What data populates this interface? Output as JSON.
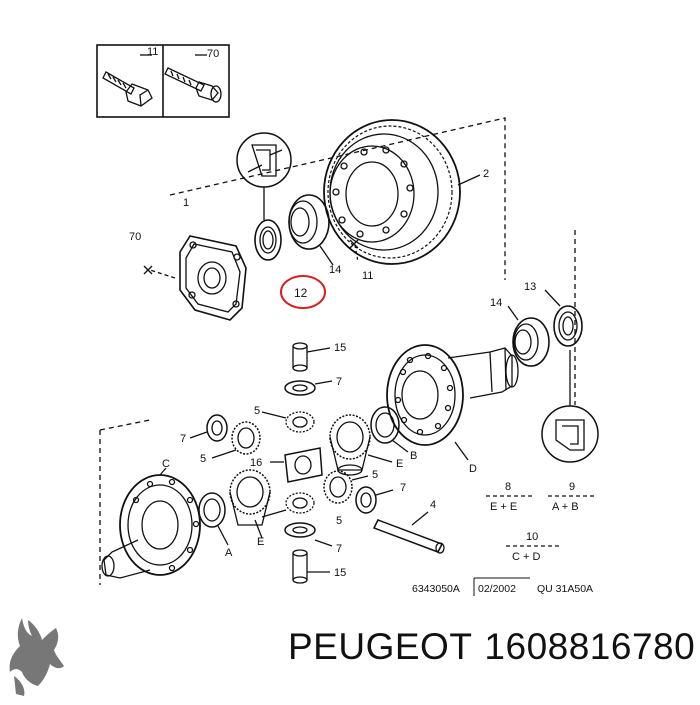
{
  "diagram": {
    "callouts": {
      "c1": "1",
      "c2": "2",
      "c70a": "70",
      "c11a": "11",
      "c70box": "70",
      "c11box": "11",
      "c12": "12",
      "c14a": "14",
      "c14b": "14",
      "c13": "13",
      "c15a": "15",
      "c15b": "15",
      "c7a": "7",
      "c7b": "7",
      "c7c": "7",
      "c7d": "7",
      "c5a": "5",
      "c5b": "5",
      "c5c": "5",
      "c5d": "5",
      "c16": "16",
      "cE1": "E",
      "cB": "B",
      "cD": "D",
      "cC": "C",
      "cA": "A",
      "cE2": "E",
      "c4": "4"
    },
    "sets": {
      "s8": {
        "num": "8",
        "formula": "E + E"
      },
      "s9": {
        "num": "9",
        "formula": "A + B"
      },
      "s10": {
        "num": "10",
        "formula": "C + D"
      }
    },
    "reference": {
      "code": "6343050A",
      "date": "02/2002",
      "qu": "QU 31A50A"
    }
  },
  "footer": {
    "brand": "PEUGEOT",
    "part_number": "1608816780"
  },
  "colors": {
    "line": "#111111",
    "highlight": "#d42020",
    "background": "#ffffff"
  }
}
